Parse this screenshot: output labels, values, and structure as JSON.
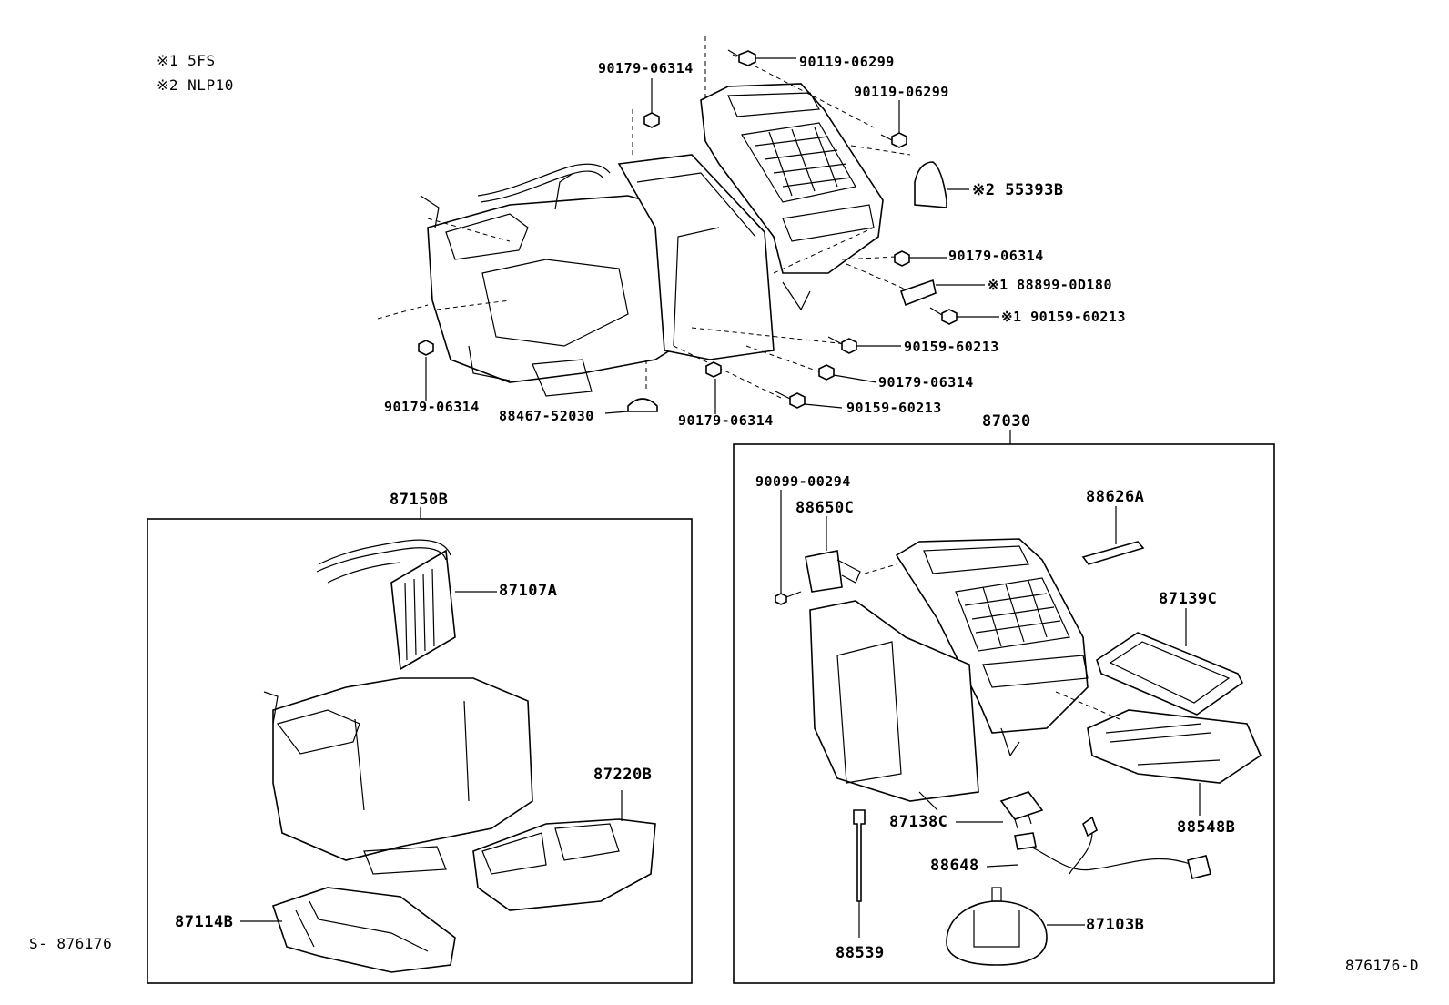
{
  "notes": {
    "note1": "※1 5FS",
    "note2": "※2 NLP10"
  },
  "labels": {
    "p90179_06314_a": "90179-06314",
    "p90119_06299_a": "90119-06299",
    "p90119_06299_b": "90119-06299",
    "p55393b": "※2 55393B",
    "p90179_06314_b": "90179-06314",
    "p88899_0d180": "※1 88899-0D180",
    "p90159_60213_a": "※1 90159-60213",
    "p90159_60213_b": "90159-60213",
    "p90179_06314_c": "90179-06314",
    "p90159_60213_c": "90159-60213",
    "p90179_06314_d": "90179-06314",
    "p88467_52030": "88467-52030",
    "p90179_06314_e": "90179-06314",
    "p87030": "87030",
    "p87150b": "87150B",
    "p87107a": "87107A",
    "p87220b": "87220B",
    "p87114b": "87114B",
    "p90099_00294": "90099-00294",
    "p88650c": "88650C",
    "p88626a": "88626A",
    "p87139c": "87139C",
    "p88548b": "88548B",
    "p87138c": "87138C",
    "p88648": "88648",
    "p87103b": "87103B",
    "p88539": "88539"
  },
  "footer": {
    "left_code": "S- 876176",
    "right_code": "876176-D"
  }
}
